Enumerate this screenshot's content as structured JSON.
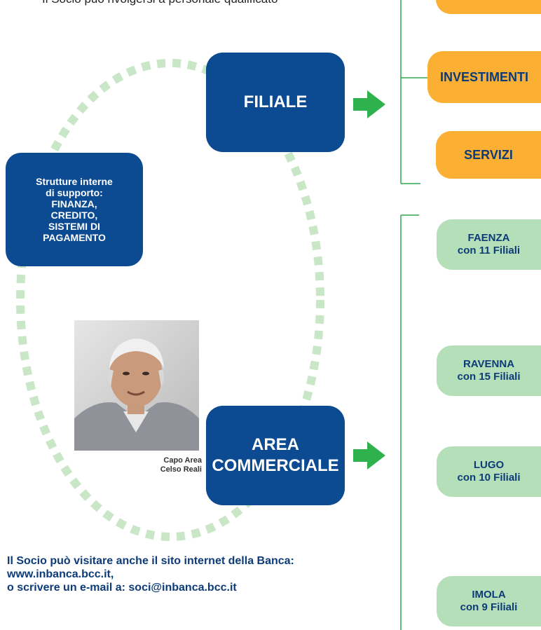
{
  "intro_text": "Il Socio può rivolgersi a personale qualificato",
  "center": {
    "top_node": "FILIALE",
    "bottom_node": "AREA\nCOMMERCIALE",
    "support_node": "Strutture interne\ndi supporto:\nFINANZA,\nCREDITO,\nSISTEMI DI\nPAGAMENTO"
  },
  "photo": {
    "caption": "Capo Area\nCelso Reali"
  },
  "services": [
    "INVESTIMENTI",
    "SERVIZI"
  ],
  "areas": [
    {
      "label": "FAENZA\ncon 11 Filiali"
    },
    {
      "label": "RAVENNA\ncon 15 Filiali"
    },
    {
      "label": "LUGO\ncon 10 Filiali"
    },
    {
      "label": "IMOLA\ncon 9 Filiali"
    }
  ],
  "footer": {
    "line1": "Il Socio può visitare anche il sito internet della Banca:",
    "line2": "www.inbanca.bcc.it,",
    "line3": "o scrivere un e-mail a: soci@inbanca.bcc.it"
  },
  "colors": {
    "blue": "#0c4a91",
    "orange": "#fbb033",
    "light_green": "#b5dfb9",
    "green_line": "#2fa84f",
    "arrow": "#2fb14e",
    "dashes": "#c9e7c7"
  }
}
